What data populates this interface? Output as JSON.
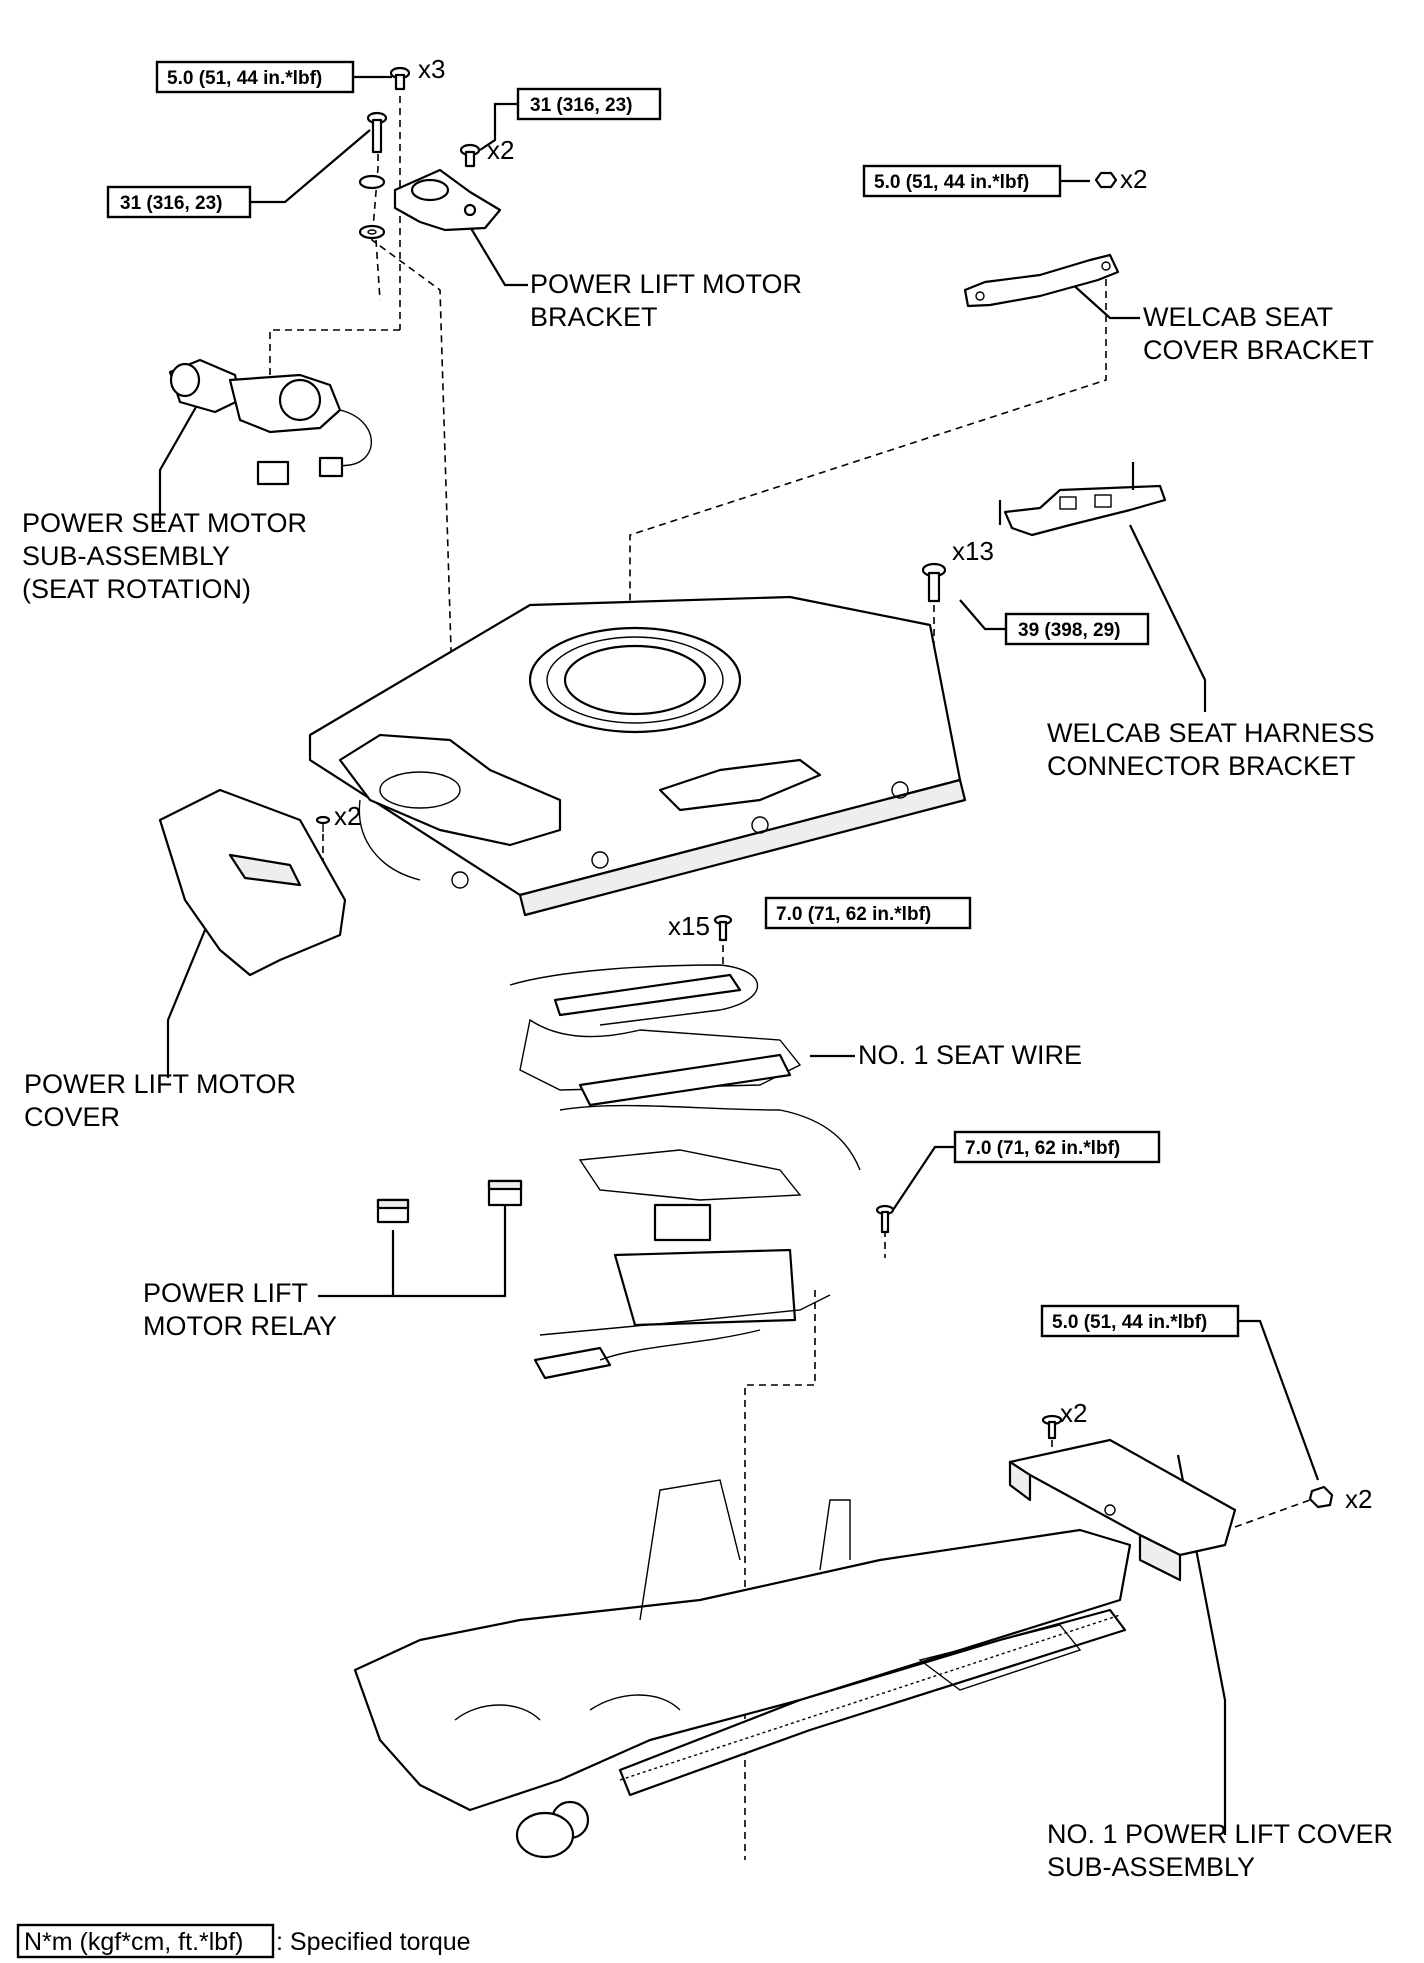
{
  "torque_labels": {
    "t1": "5.0 (51, 44 in.*lbf)",
    "t2": "31 (316, 23)",
    "t3": "31 (316, 23)",
    "t4": "5.0 (51, 44 in.*lbf)",
    "t5": "39 (398, 29)",
    "t6": "7.0 (71, 62 in.*lbf)",
    "t7": "7.0 (71, 62 in.*lbf)",
    "t8": "5.0 (51, 44 in.*lbf)"
  },
  "quantities": {
    "q1": "x3",
    "q2": "x2",
    "q3": "x2",
    "q4": "x13",
    "q5": "x2",
    "q6": "x15",
    "q7": "x2",
    "q8": "x2"
  },
  "part_labels": {
    "power_lift_motor_bracket": [
      "POWER LIFT MOTOR",
      "BRACKET"
    ],
    "welcab_seat_cover_bracket": [
      "WELCAB SEAT",
      "COVER BRACKET"
    ],
    "power_seat_motor": [
      "POWER SEAT MOTOR",
      "SUB-ASSEMBLY",
      "(SEAT ROTATION)"
    ],
    "welcab_harness_bracket": [
      "WELCAB SEAT HARNESS",
      "CONNECTOR BRACKET"
    ],
    "power_lift_motor_cover": [
      "POWER LIFT MOTOR",
      "COVER"
    ],
    "no1_seat_wire": [
      "NO. 1 SEAT WIRE"
    ],
    "power_lift_motor_relay": [
      "POWER LIFT",
      "MOTOR RELAY"
    ],
    "no1_power_lift_cover": [
      "NO. 1 POWER LIFT COVER",
      "SUB-ASSEMBLY"
    ]
  },
  "legend": {
    "unit_box": "N*m (kgf*cm, ft.*lbf)",
    "description": ": Specified torque"
  }
}
